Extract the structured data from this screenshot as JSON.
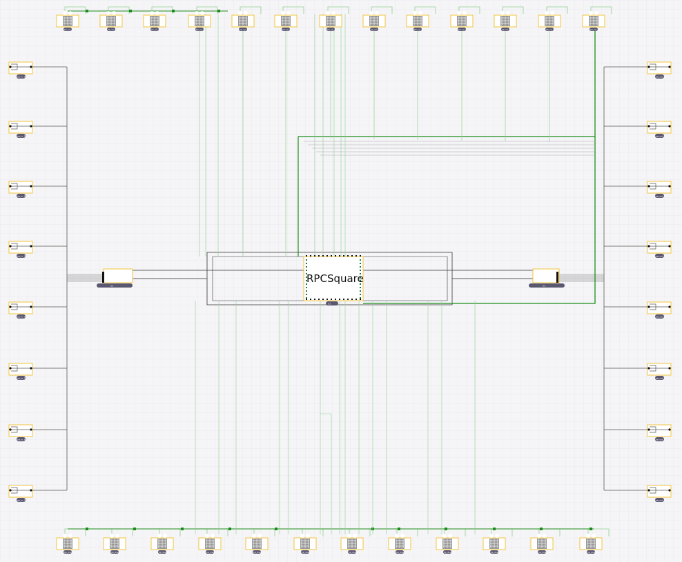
{
  "schematic": {
    "main_chip": {
      "name": "RPCSquare",
      "ref": "U1"
    },
    "left_chip": {
      "ref": "U2"
    },
    "right_chip": {
      "ref": "U3"
    },
    "top_parts": [
      "hp_up_0",
      "hp_up_1",
      "hp_up_2",
      "hp_up_3",
      "hp_up_4",
      "hp_up_5",
      "hp_up_6",
      "hp_up_7",
      "hp_up_8",
      "hp_up_9",
      "hp_up_10",
      "hp_up_11",
      "hp_up_12"
    ],
    "bottom_parts": [
      "hp_down_0",
      "hp_down_1",
      "hp_down_2",
      "hp_down_3",
      "hp_down_4",
      "hp_down_5",
      "hp_down_6",
      "hp_down_7",
      "hp_down_8",
      "hp_down_9",
      "hp_down_10",
      "hp_down_11"
    ],
    "left_parts": [
      "sw_in_0",
      "sw_in_1",
      "sw_in_2",
      "sw_in_3",
      "sw_in_4",
      "sw_in_5",
      "sw_in_6",
      "sw_in_7"
    ],
    "right_parts": [
      "sw_out_0",
      "sw_out_1",
      "sw_out_2",
      "sw_out_3",
      "sw_out_4",
      "sw_out_5",
      "sw_out_6",
      "sw_out_7"
    ],
    "colors": {
      "wire": "#1a8c1a",
      "wire_light": "#8fcf8f",
      "trace_dark": "#333333",
      "outline": "#f2c43a",
      "label_bg": "#5a5870"
    }
  }
}
